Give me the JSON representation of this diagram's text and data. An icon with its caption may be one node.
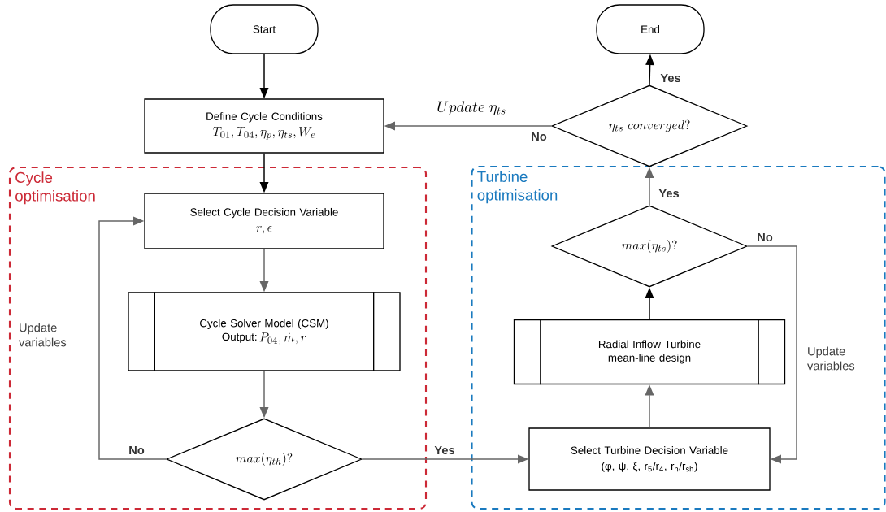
{
  "diagram": {
    "nodes": [
      {
        "text": [
          "Start"
        ]
      },
      {
        "text": [
          "End"
        ]
      },
      {
        "text": [
          "Define Cycle Conditions",
          "T_{01}, T_{04}, \\eta_p, \\eta_{ts}, W_e"
        ]
      },
      {
        "text": [
          "Cycle optimisation"
        ]
      },
      {
        "text": [
          "Select Cycle Decision Variable",
          "r, \\epsilon"
        ],
        "in": 3
      },
      {
        "text": [
          "Cycle Solver Model (CSM)",
          "Output:",
          "P_{04}, \\dot{m}, r"
        ],
        "in": 3
      },
      {
        "text": [
          "max(\\eta_{th})?"
        ],
        "in": 3
      },
      {
        "text": [
          "Turbine optimisation"
        ]
      },
      {
        "text": [
          "Select Turbine Decision Variable",
          "(φ, ψ, ξ, r$_{5}$/r$_{4}$, r$_{h}$/r$_{sh}$)"
        ],
        "in": 7
      },
      {
        "text": [
          "Radial Inflow Turbine mean-line design"
        ],
        "in": 7
      },
      {
        "text": [
          "max(\\eta_{ts})?"
        ],
        "in": 7
      },
      {
        "text": [
          "\\eta_{ts}\\ converged?"
        ]
      }
    ],
    "edges": [
      {
        "from": 0,
        "to": 2,
        "arrow": "to",
        "color": "#000000"
      },
      {
        "from": 2,
        "to": 4,
        "arrow": "to",
        "color": "#000000"
      },
      {
        "from": 4,
        "to": 5,
        "arrow": "to"
      },
      {
        "from": 5,
        "to": 6,
        "arrow": "to"
      },
      {
        "from": 6,
        "to": 4,
        "arrow": "to",
        "label": "No"
      },
      {
        "from": 6,
        "to": 8,
        "arrow": "to",
        "label": "Yes"
      },
      {
        "from": 8,
        "to": 9,
        "arrow": "to"
      },
      {
        "from": 9,
        "to": 10,
        "arrow": "to",
        "color": "#000000"
      },
      {
        "from": 10,
        "to": 8,
        "arrow": "to",
        "label": "No"
      },
      {
        "from": 10,
        "to": 11,
        "arrow": "to",
        "label": "Yes"
      },
      {
        "from": 11,
        "to": 1,
        "arrow": "to",
        "label": "Yes",
        "color": "#000000"
      },
      {
        "from": 11,
        "to": 2,
        "arrow": "to",
        "label": "No"
      }
    ],
    "labels": [
      "Update\\ \\eta_{ts}",
      "Update variables",
      "Update variables"
    ]
  }
}
